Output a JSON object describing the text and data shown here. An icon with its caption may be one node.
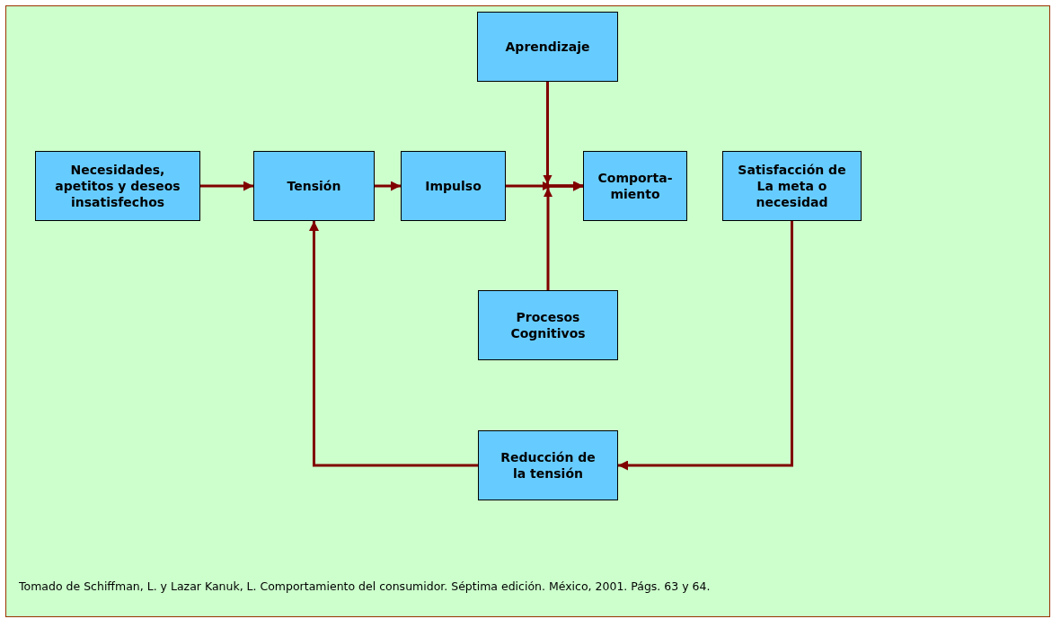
{
  "diagram": {
    "caption": "Tomado de Schiffman, L. y Lazar Kanuk, L. Comportamiento del consumidor. Séptima edición. México, 2001. Págs. 63 y 64.",
    "nodes": [
      {
        "text": [
          "Aprendizaje"
        ]
      },
      {
        "text": [
          "Necesidades, apetitos y deseos insatisfechos"
        ]
      },
      {
        "text": [
          "Tensión"
        ]
      },
      {
        "text": [
          "Impulso"
        ]
      },
      {
        "text": [
          "Comporta- miento"
        ]
      },
      {
        "text": [
          "Satisfacción de La meta o necesidad"
        ]
      },
      {
        "text": [
          "Procesos Cognitivos"
        ]
      },
      {
        "text": [
          "Reducción de la tensión"
        ]
      }
    ],
    "edges": [
      {
        "from": 1,
        "to": 2,
        "arrow": "to"
      },
      {
        "from": 2,
        "to": 3,
        "arrow": "to"
      },
      {
        "from": 3,
        "to": 4,
        "arrow": "to"
      },
      {
        "from": 0,
        "to": 4,
        "arrow": "to"
      },
      {
        "from": 6,
        "to": 4,
        "arrow": "to"
      },
      {
        "from": 5,
        "to": 7,
        "arrow": "to"
      },
      {
        "from": 7,
        "to": 2,
        "arrow": "to"
      }
    ]
  }
}
